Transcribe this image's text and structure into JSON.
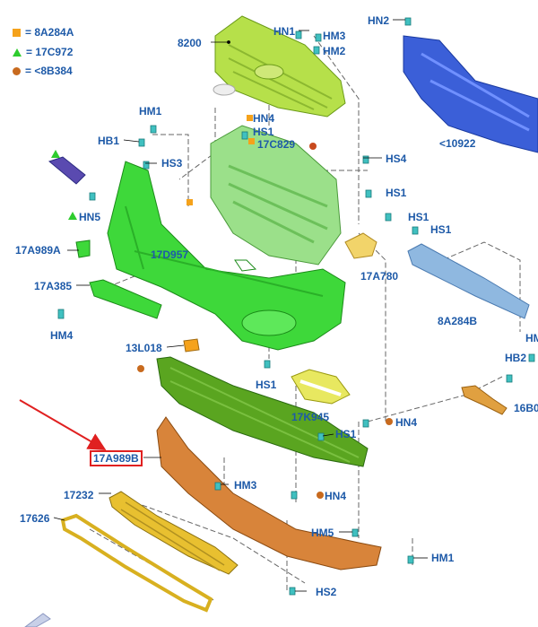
{
  "legend": [
    {
      "symbol": "square",
      "color": "#f5a21b",
      "text": "= 8A284A"
    },
    {
      "symbol": "triangle",
      "color": "#2ecc2e",
      "text": "= 17C972"
    },
    {
      "symbol": "circle",
      "color": "#c86a1e",
      "text": "= <8B384"
    }
  ],
  "labels": {
    "l8200": "8200",
    "hn1": "HN1",
    "hm3a": "HM3",
    "hm2": "HM2",
    "hn2": "HN2",
    "hm1a": "HM1",
    "hb1": "HB1",
    "hs3": "HS3",
    "hn4a": "HN4",
    "hs1a": "HS1",
    "l17c829": "17C829",
    "l10922": "<10922",
    "hs4": "HS4",
    "hs1b": "HS1",
    "hs1c": "HS1",
    "hs1d": "HS1",
    "hn5": "HN5",
    "l17a989a": "17A989A",
    "l17d957": "17D957",
    "l17a780": "17A780",
    "l17a385": "17A385",
    "l8a284b": "8A284B",
    "hm4": "HM4",
    "l13l018": "13L018",
    "hb2": "HB2",
    "hmr": "HM",
    "hs1e": "HS1",
    "l16b": "16B0",
    "l17k945": "17K945",
    "hn4b": "HN4",
    "hs1f": "HS1",
    "l17a989b": "17A989B",
    "hm3b": "HM3",
    "l17232": "17232",
    "hn4c": "HN4",
    "l17626": "17626",
    "hm5": "HM5",
    "hm1b": "HM1",
    "hs2": "HS2"
  },
  "colors": {
    "label_blue": "#1e5aa8",
    "grille_green": "#b6e04a",
    "bracket_green": "#9be08a",
    "bumper_green": "#3ed83a",
    "dark_green": "#5aa520",
    "blue_beam": "#3b5fd8",
    "light_blue": "#8fb8e0",
    "orange": "#d8843a",
    "yellow": "#e8c030",
    "highlight": "#e02020"
  }
}
